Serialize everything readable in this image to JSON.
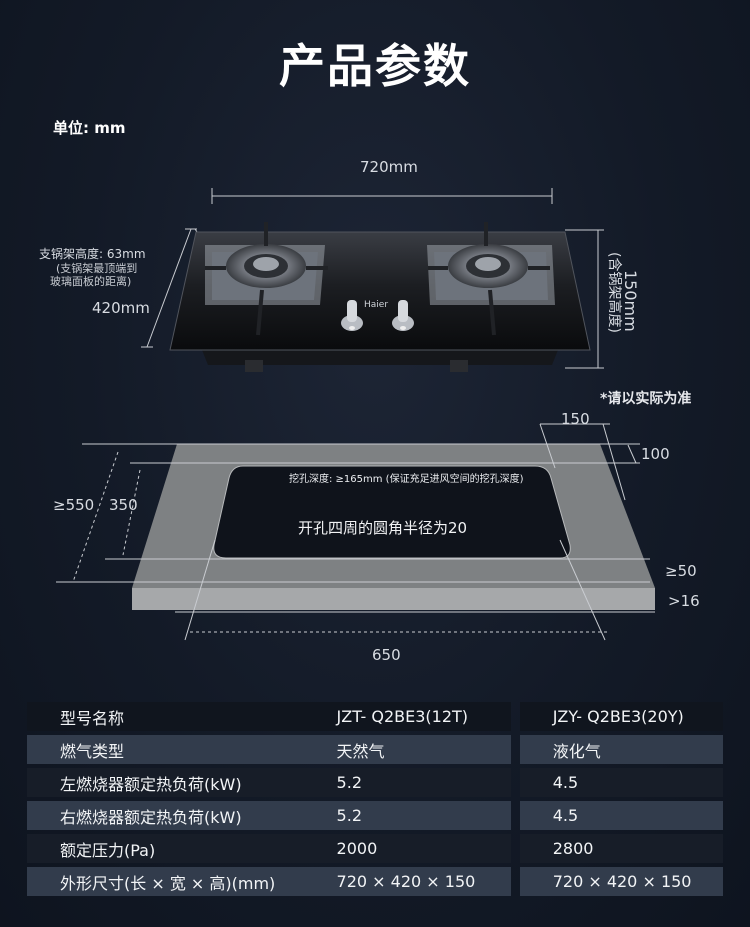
{
  "page": {
    "title": "产品参数",
    "unit_label": "单位: mm",
    "note": "*请以实际为准"
  },
  "stove_diagram": {
    "width_label": "720mm",
    "depth_label": "420mm",
    "height_label": "150mm",
    "height_sub_label": "(含锅架高度)",
    "support_height_label": "支锅架高度: 63mm",
    "support_height_note_1": "(支锅架最顶端到",
    "support_height_note_2": "玻璃面板的距离)",
    "brand_logo": "Haier"
  },
  "cutout_diagram": {
    "top_margin_label": "150",
    "right_top_label": "100",
    "left_outer_label": "≥550",
    "left_inner_label": "350",
    "depth_note": "挖孔深度: ≥165mm (保证充足进风空间的挖孔深度)",
    "corner_note": "开孔四周的圆角半径为20",
    "right_bottom_label": "≥50",
    "thickness_label": ">16",
    "width_label": "650"
  },
  "spec_table": {
    "rows": [
      {
        "label": "型号名称",
        "v1": "JZT- Q2BE3(12T)",
        "v2": "JZY- Q2BE3(20Y)"
      },
      {
        "label": "燃气类型",
        "v1": "天然气",
        "v2": "液化气"
      },
      {
        "label": "左燃烧器额定热负荷(kW)",
        "v1": "5.2",
        "v2": "4.5"
      },
      {
        "label": "右燃烧器额定热负荷(kW)",
        "v1": "5.2",
        "v2": "4.5"
      },
      {
        "label": "额定压力(Pa)",
        "v1": "2000",
        "v2": "2800"
      },
      {
        "label": "外形尺寸(长 × 宽 × 高)(mm)",
        "v1": "720 × 420 × 150",
        "v2": "720 × 420 × 150"
      }
    ]
  },
  "colors": {
    "background": "#131a27",
    "table_light_row": "#323c4c",
    "table_dark_row": "#171d28",
    "countertop": "#8a8c8e"
  }
}
